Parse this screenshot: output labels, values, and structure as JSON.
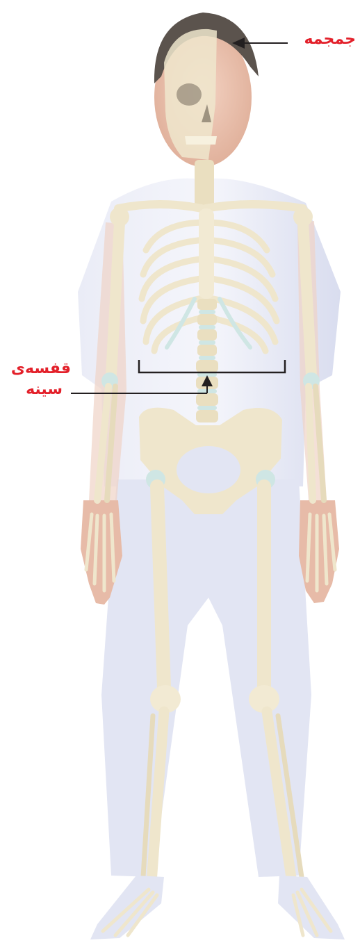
{
  "labels": {
    "skull": "جمجمه",
    "ribcage_line1": "قفسه‌ی",
    "ribcage_line2": "سینه"
  },
  "colors": {
    "label_text": "#e3202a",
    "pointer_line": "#231f20",
    "bone": "#efe6cc",
    "bone_shadow": "#d8c9a0",
    "cartilage": "#cfe6e4",
    "clothing": "#dfe2f1",
    "skin": "#e8b9a6",
    "hair": "#5b534d"
  },
  "icons": {
    "skull_pointer": "arrow-left-icon",
    "ribcage_pointer": "arrow-up-icon"
  }
}
